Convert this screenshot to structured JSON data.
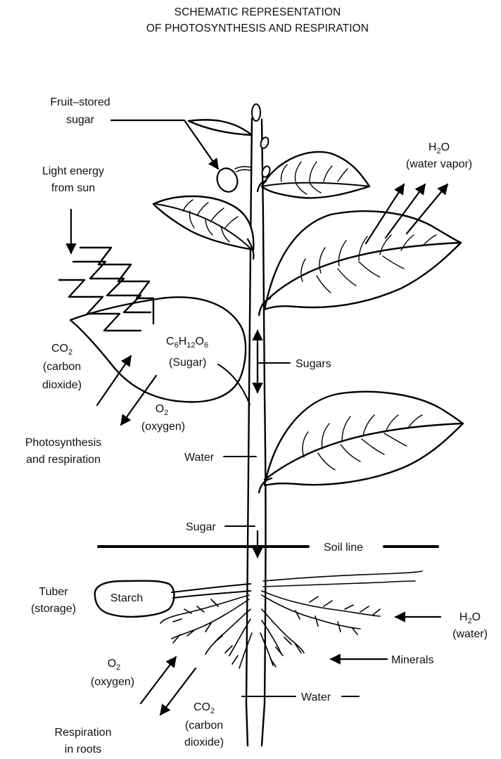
{
  "title": {
    "line1": "SCHEMATIC REPRESENTATION",
    "line2": "OF PHOTOSYNTHESIS AND RESPIRATION"
  },
  "labels": {
    "fruit_stored_line1": "Fruit–stored",
    "fruit_stored_line2": "sugar",
    "light_line1": "Light energy",
    "light_line2": "from sun",
    "h2o_vapor_main": "H",
    "h2o_vapor_sub": "2",
    "h2o_vapor_tail": "O",
    "water_vapor": "(water vapor)",
    "co2_main": "CO",
    "co2_sub": "2",
    "carbon": "(carbon",
    "dioxide": "dioxide)",
    "sugar_formula": {
      "c": "C",
      "c_sub": "6",
      "h": "H",
      "h_sub": "12",
      "o": "O",
      "o_sub": "6"
    },
    "sugar_paren": "(Sugar)",
    "o2_main": "O",
    "o2_sub": "2",
    "oxygen": "(oxygen)",
    "sugars": "Sugars",
    "photo_line1": "Photosynthesis",
    "photo_line2": "and respiration",
    "water_stem": "Water",
    "sugar_stem": "Sugar",
    "soil_line": "Soil line",
    "tuber_line1": "Tuber",
    "tuber_line2": "(storage)",
    "starch": "Starch",
    "h2o_root_main": "H",
    "h2o_root_sub": "2",
    "h2o_root_tail": "O",
    "water_paren": "(water)",
    "minerals": "Minerals",
    "o2_root_main": "O",
    "o2_root_sub": "2",
    "oxygen_root": "(oxygen)",
    "water_root": "Water",
    "co2_root_main": "CO",
    "co2_root_sub": "2",
    "carbon_root": "(carbon",
    "dioxide_root": "dioxide)",
    "resp_line1": "Respiration",
    "resp_line2": "in roots"
  }
}
